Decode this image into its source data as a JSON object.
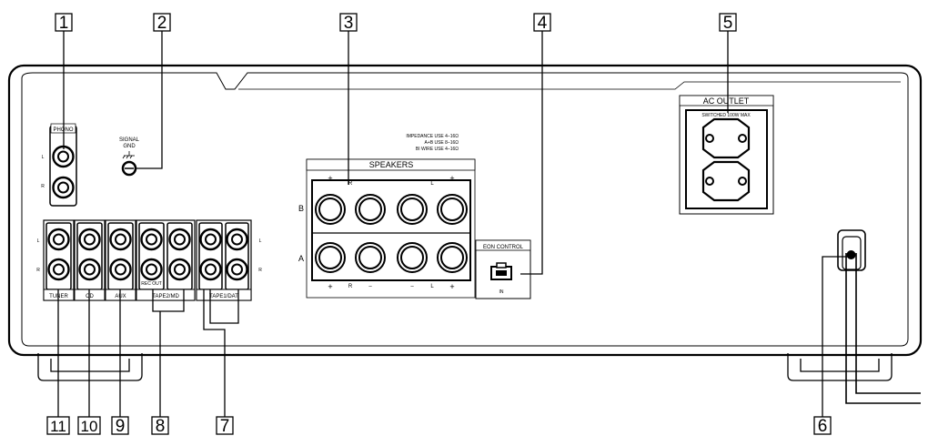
{
  "callouts": [
    "1",
    "2",
    "3",
    "4",
    "5",
    "6",
    "7",
    "8",
    "9",
    "10",
    "11"
  ],
  "phono": {
    "label": "PHONO",
    "l": "L",
    "r": "R"
  },
  "ground": {
    "line1": "SIGNAL",
    "line2": "GND"
  },
  "impedance": {
    "line1": "IMPEDANCE USE 4–16Ω",
    "line2": "A+B USE 8–16Ω",
    "line3": "BI WIRE USE 4–16Ω"
  },
  "speakers": {
    "label": "SPEAKERS",
    "row_b": "B",
    "row_a": "A",
    "top_marks": [
      "+",
      "R",
      "L",
      "+"
    ],
    "bottom_marks": [
      "+",
      "R",
      "–",
      "–",
      "L",
      "+"
    ]
  },
  "eon": {
    "label": "EON CONTROL",
    "in": "IN"
  },
  "ac": {
    "label": "AC OUTLET",
    "sub": "SWITCHED 100W MAX"
  },
  "inputs": {
    "l": "L",
    "r": "R",
    "tuner": "TUNER",
    "cd": "CD",
    "aux": "AUX",
    "tape2": "TAPE2/MD",
    "tape1": "TAPE1/DAT",
    "rec_out": "REC OUT"
  }
}
